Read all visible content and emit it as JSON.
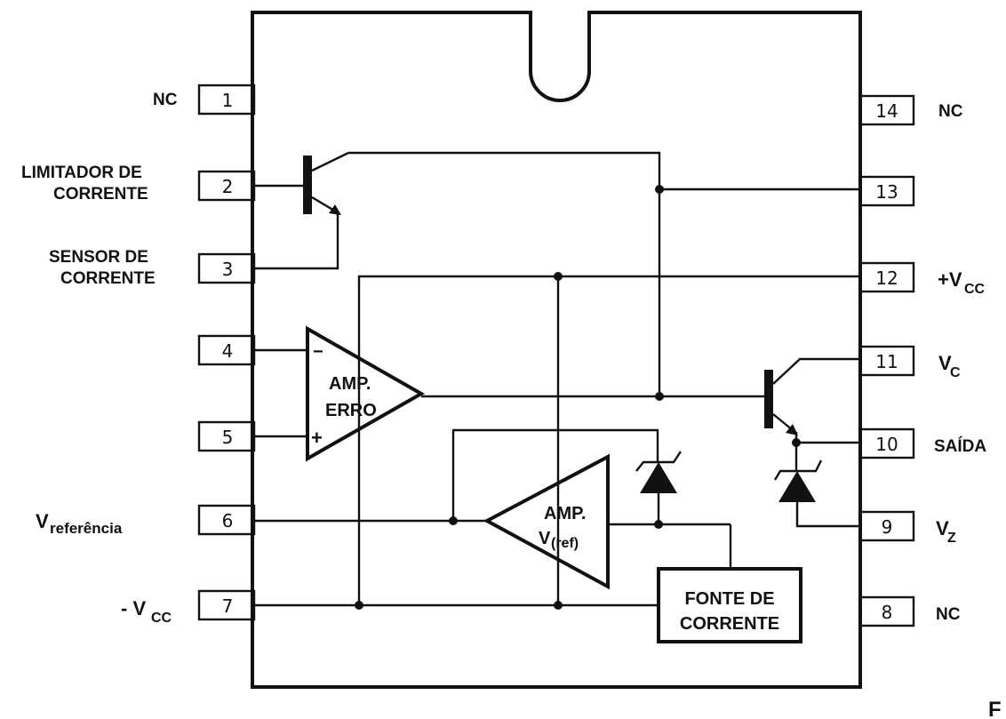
{
  "labels": {
    "nc_1": "NC",
    "limitador_1": "LIMITADOR  DE",
    "limitador_2": "CORRENTE",
    "sensor_1": "SENSOR  DE",
    "sensor_2": "CORRENTE",
    "vref_main": "V",
    "vref_sub": "referência",
    "vcc_neg": "- V",
    "vcc_neg_sub": "CC",
    "nc_14": "NC",
    "vcc_pos": "+V",
    "vcc_pos_sub": "CC",
    "vc": "V",
    "vc_sub": "C",
    "saida": "SAÍDA",
    "vz": "V",
    "vz_sub": "Z",
    "nc_8": "NC"
  },
  "pins": {
    "p1": "1",
    "p2": "2",
    "p3": "3",
    "p4": "4",
    "p5": "5",
    "p6": "6",
    "p7": "7",
    "p8": "8",
    "p9": "9",
    "p10": "10",
    "p11": "11",
    "p12": "12",
    "p13": "13",
    "p14": "14"
  },
  "blocks": {
    "err_amp_1": "AMP.",
    "err_amp_2": "ERRO",
    "err_minus": "−",
    "err_plus": "+",
    "ref_amp_1": "AMP.",
    "ref_amp_2": "V",
    "ref_amp_2_sub": "(ref)",
    "source_1": "FONTE  DE",
    "source_2": "CORRENTE"
  },
  "corner_mark": "F"
}
